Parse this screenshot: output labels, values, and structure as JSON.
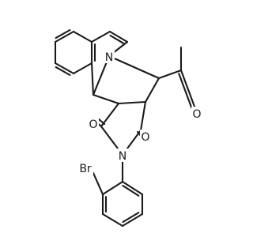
{
  "molecule": {
    "atom_labels": {
      "nitrogen": "N",
      "oxygen_acetyl": "O",
      "oxygen_imide_left": "O",
      "oxygen_imide_right": "O",
      "imide_nitrogen": "N",
      "bromine": "Br"
    },
    "colors": {
      "bond": "#1a1a1a",
      "background": "#ffffff"
    }
  }
}
